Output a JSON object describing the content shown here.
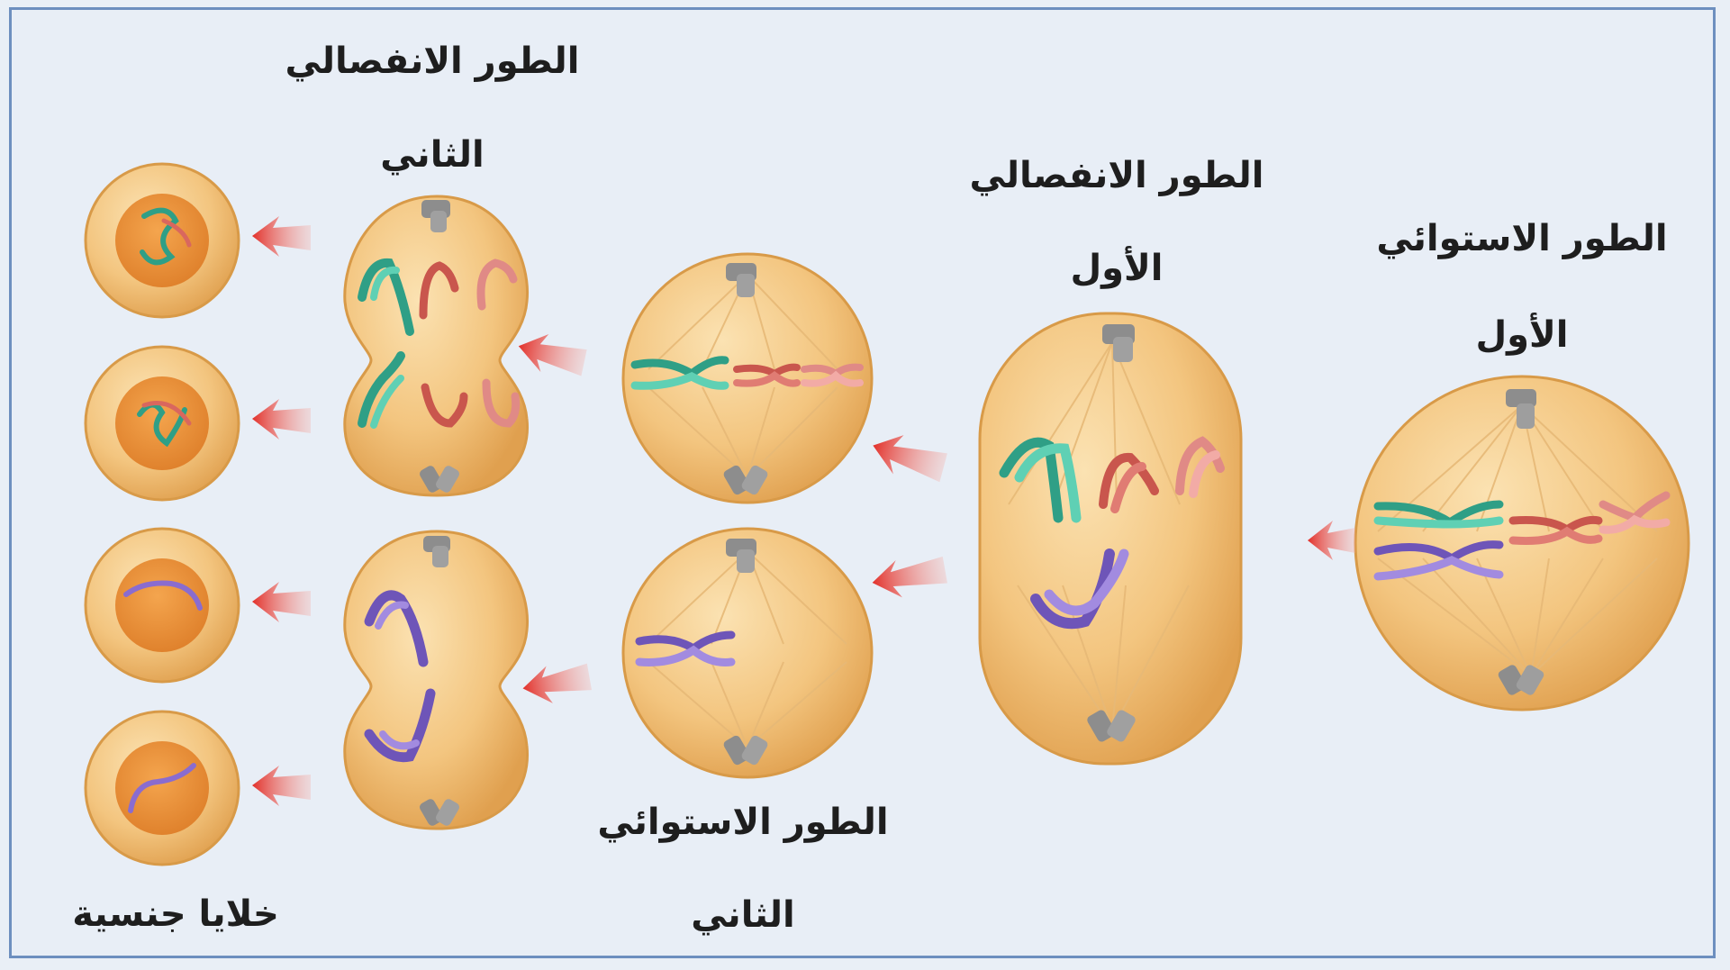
{
  "labels": {
    "metaphase1_line1": "الطور الاستوائي",
    "metaphase1_line2": "الأول",
    "anaphase1_line1": "الطور الانفصالي",
    "anaphase1_line2": "الأول",
    "metaphase2_line1": "الطور الاستوائي",
    "metaphase2_line2": "الثاني",
    "anaphase2_line1": "الطور الانفصالي",
    "anaphase2_line2": "الثاني",
    "gametes": "خلايا جنسية"
  },
  "colors": {
    "background": "#e8eef6",
    "border": "#6d8fbf",
    "cell_fill": "#f2c27e",
    "cell_edge": "#d79a45",
    "nucleus": "#e9913e",
    "arrow": "#e2302a",
    "chromosome_teal": "#3fb79a",
    "chromosome_red": "#d9675e",
    "chromosome_pink": "#e88f8b",
    "chromosome_purple": "#8a6ccf",
    "centriole": "#8a8a8a"
  }
}
